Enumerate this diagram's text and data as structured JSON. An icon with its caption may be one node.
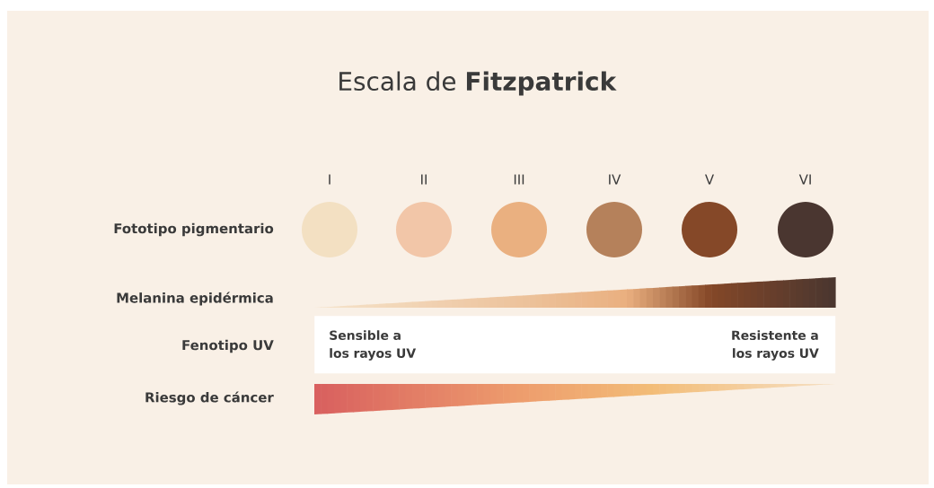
{
  "diagram": {
    "title": "Escala de **Fitzpatrick**",
    "nodes": [
      {
        "text": [
          "I"
        ]
      },
      {
        "text": [
          "II"
        ]
      },
      {
        "text": [
          "III"
        ]
      },
      {
        "text": [
          "IV"
        ]
      },
      {
        "text": [
          "V"
        ]
      },
      {
        "text": [
          "VI"
        ]
      },
      {
        "text": [
          "Sensible a los rayos UV",
          "Resistente a los rayos UV"
        ]
      }
    ],
    "labels": [
      "Fototipo pigmentario",
      "Melanina epidérmica",
      "Fenotipo UV",
      "Riesgo de cáncer"
    ]
  }
}
